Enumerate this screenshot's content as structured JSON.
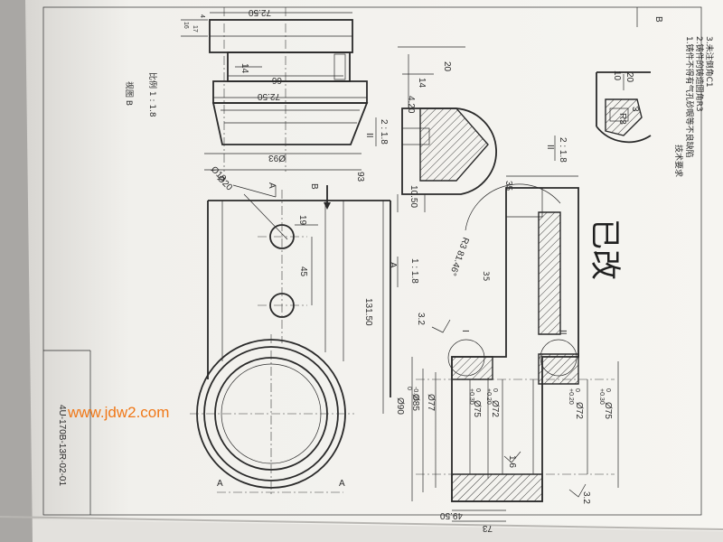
{
  "colors": {
    "paper": "#f3f2ee",
    "ink": "#2a2a2a",
    "watermark": "#f07818",
    "background": "#8f8d8c"
  },
  "drawing_number": "4U-170B-13R-02-01",
  "watermark": "www.jdw2.com",
  "handwritten_note": "已改",
  "corner_label": "B",
  "view_b": {
    "title": "视图 B",
    "scale": "比例 1 : 1.8"
  },
  "section_top": {
    "label": "II",
    "scale": "2 : 1.8"
  },
  "section_mid": {
    "label": "II",
    "scale": "2 : 1.8"
  },
  "section_a": {
    "label": "A",
    "scale": "1 : 1.8"
  },
  "tech_requirements": {
    "heading": "技术要求",
    "items": [
      "1.铸件不得有气孔砂眼等不良缺陷",
      "2.铸件的铸造圆角R3",
      "3.未注倒角C1"
    ]
  },
  "dims": {
    "d_72_50_top": "72.50",
    "d_16": "16",
    "d_17": "17",
    "d_4": "4",
    "d_14": "14",
    "d_66": "66",
    "d_72_50_mid": "72.50",
    "d_93": "Ø93",
    "d_93b": "93",
    "d_r18": "Ø18",
    "d_r20": "Ø20",
    "d_19": "19",
    "d_45": "45",
    "d_131_50": "131.50",
    "d_20": "20",
    "d_14b": "14",
    "d_4_20": "4.20",
    "d_10_50": "10.50",
    "d_35": "35",
    "d_r3": "R3",
    "d_r81_46": "R3 81.46°",
    "d_3_2": "3.2",
    "d_90": "Ø90",
    "d_90_tol_up": "0",
    "d_90_tol_lo": "-0.03",
    "d_85": "Ø85",
    "d_77": "Ø77",
    "d_75a": "Ø75",
    "d_75a_tol_up": "+0.30",
    "d_75a_tol_lo": "0",
    "d_72a": "Ø72",
    "d_72a_tol_up": "+0.20",
    "d_72a_tol_lo": "0",
    "d_72b": "Ø72",
    "d_72b_tol_up": "+0.20",
    "d_72b_tol_lo": "0",
    "d_75b": "Ø75",
    "d_75b_tol_up": "+0.30",
    "d_75b_tol_lo": "0",
    "d_1_6": "1.6",
    "d_49_50": "49.50",
    "d_73": "73",
    "d_3_2b": "3.2",
    "d_10": "10",
    "d_20b": "20",
    "d_3": "3"
  },
  "labels": {
    "arrow_a": "A",
    "arrow_b": "B",
    "pt_i": "I",
    "pt_ii": "II",
    "sec_a1": "A",
    "sec_a2": "A"
  }
}
